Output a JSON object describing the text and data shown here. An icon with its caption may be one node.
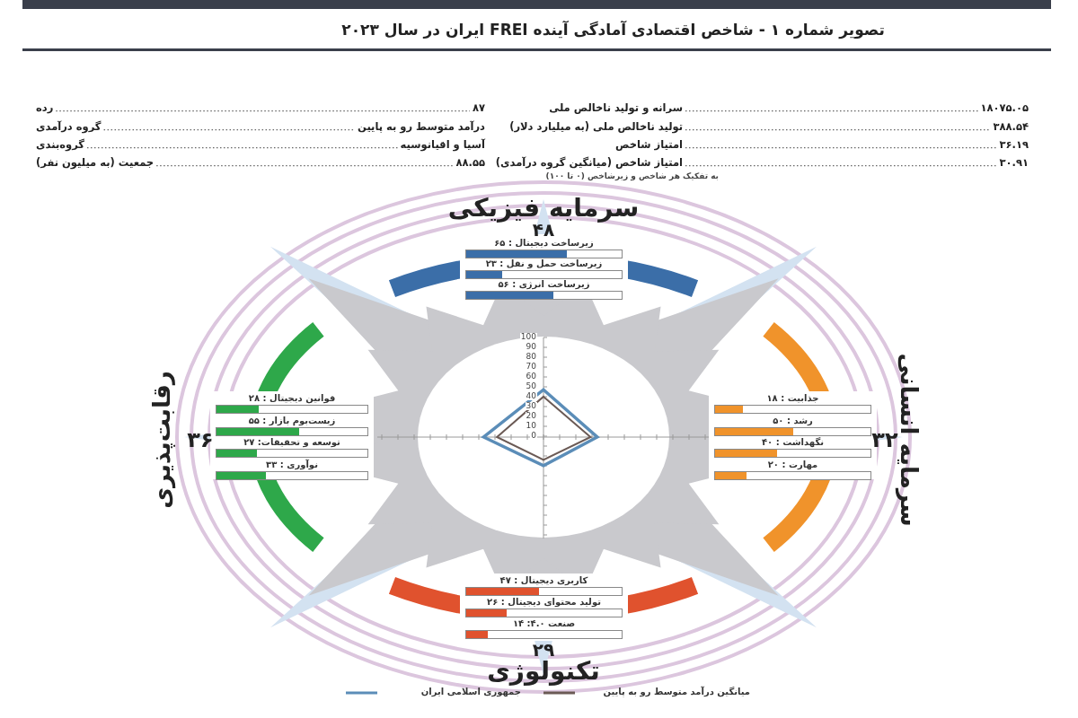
{
  "diagram": {
    "title": "تصویر شماره ۱ - شاخص اقتصادی آمادگی آینده FREI ایران در سال ۲۰۲۳",
    "nodes": [
      {
        "text": [
          "رده"
        ]
      },
      {
        "text": [
          "۸۷"
        ]
      },
      {
        "text": [
          "سرانه و تولید ناخالص ملی"
        ]
      },
      {
        "text": [
          "۱۸۰۷۵.۰۵"
        ]
      },
      {
        "text": [
          "گروه درآمدی"
        ]
      },
      {
        "text": [
          "درآمد متوسط رو به پایین"
        ]
      },
      {
        "text": [
          "تولید ناخالص ملی (به میلیارد دلار)"
        ]
      },
      {
        "text": [
          "۳۸۸.۵۴"
        ]
      },
      {
        "text": [
          "گروه‌بندی"
        ]
      },
      {
        "text": [
          "آسیا و اقیانوسیه"
        ]
      },
      {
        "text": [
          "امتیاز شاخص"
        ]
      },
      {
        "text": [
          "۳۶.۱۹"
        ]
      },
      {
        "text": [
          "جمعیت (به میلیون نفر)"
        ]
      },
      {
        "text": [
          "۸۸.۵۵"
        ]
      },
      {
        "text": [
          "امتیاز شاخص (میانگین گروه درآمدی)"
        ]
      },
      {
        "text": [
          "۳۰.۹۱"
        ]
      }
    ],
    "edges": [
      {
        "from": 0,
        "to": 1,
        "arrow": "none"
      },
      {
        "from": 2,
        "to": 3,
        "arrow": "none"
      },
      {
        "from": 4,
        "to": 5,
        "arrow": "none"
      },
      {
        "from": 6,
        "to": 7,
        "arrow": "none"
      },
      {
        "from": 8,
        "to": 9,
        "arrow": "none"
      },
      {
        "from": 10,
        "to": 11,
        "arrow": "none"
      },
      {
        "from": 12,
        "to": 13,
        "arrow": "none"
      },
      {
        "from": 14,
        "to": 15,
        "arrow": "none"
      }
    ],
    "labels": [
      "به تفکیک هر شاخص و زیرشاخص (۰ تا ۱۰۰)",
      "سرمایه فیزیکی",
      "۴۸",
      "زیرساخت دیجیتال : ۶۵",
      "زیرساخت حمل و نقل : ۲۳",
      "زیرساخت انرژی : ۵۶",
      "رقابت‌پذیری",
      "۳۶",
      "قوانین دیجیتال : ۲۸",
      "زیست‌بوم بازار : ۵۵",
      "توسعه و تحقیقات: ۲۷",
      "نوآوری : ۳۳",
      "سرمایه انسانی",
      "۳۲",
      "جذابیت : ۱۸",
      "رشد : ۵۰",
      "نگهداشت : ۴۰",
      "مهارت : ۲۰",
      "100",
      "90",
      "80",
      "70",
      "60",
      "50",
      "40",
      "30",
      "20",
      "10",
      "0",
      "کاربری دیجیتال : ۴۷",
      "تولید محتوای دیجیتال : ۲۶",
      "صنعت ۴.۰: ۱۴",
      "۲۹",
      "تکنولوژی"
    ],
    "legend": [
      {
        "text": "میانگین درآمد متوسط رو به پایین"
      },
      {
        "text": "جمهوری اسلامی ایران"
      }
    ]
  }
}
